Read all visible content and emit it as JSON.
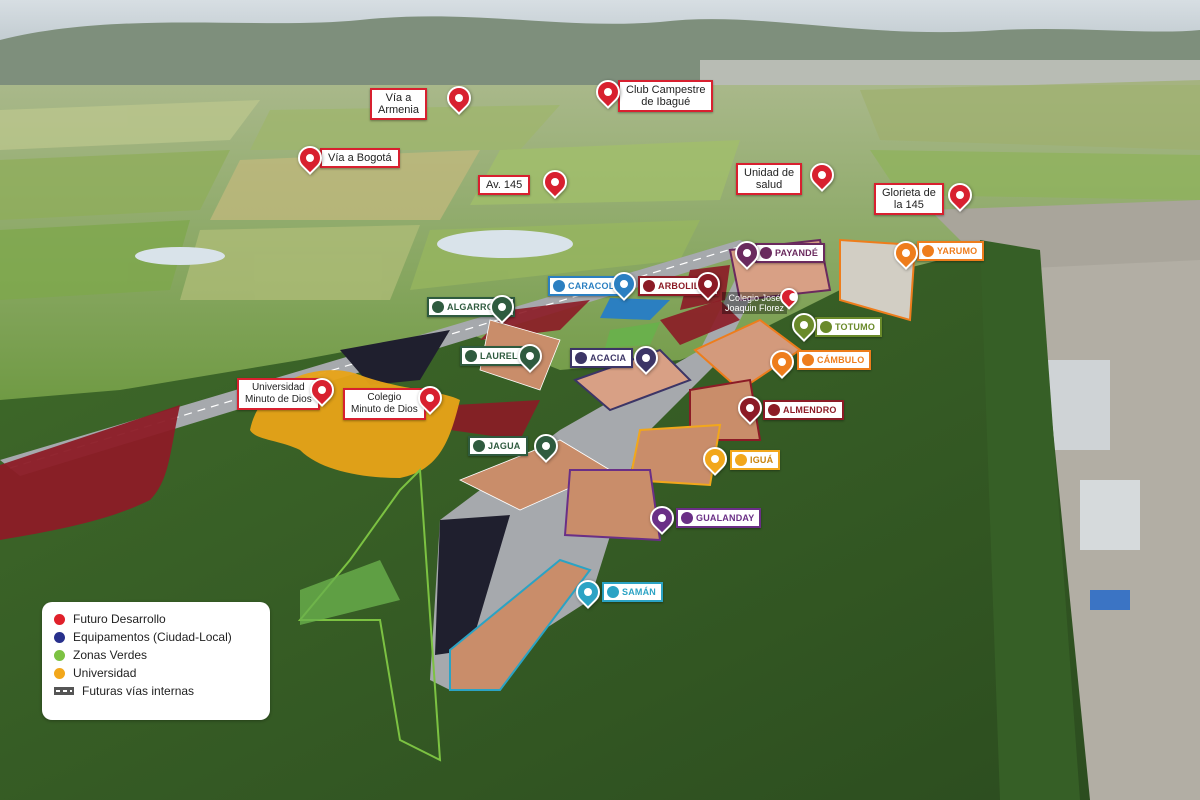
{
  "map": {
    "colors": {
      "futuro": "#8c1b26",
      "equipamentos": "#1f1f2e",
      "verdes": "#6ab04c",
      "universidad": "#e8a317",
      "vias": "#8a8f96",
      "callout_red": "#d8202f"
    },
    "callouts": [
      {
        "id": "via-armenia",
        "text": "Vía a\nArmenia"
      },
      {
        "id": "club-campestre",
        "text": "Club Campestre\nde Ibagué"
      },
      {
        "id": "via-bogota",
        "text": "Vía a Bogotá"
      },
      {
        "id": "av-145",
        "text": "Av. 145"
      },
      {
        "id": "unidad-salud",
        "text": "Unidad de\nsalud"
      },
      {
        "id": "glorieta-145",
        "text": "Glorieta de\nla 145"
      },
      {
        "id": "universidad",
        "text": "Universidad\nMinuto de Dios"
      },
      {
        "id": "colegio-minuto",
        "text": "Colegio\nMinuto de Dios"
      }
    ],
    "colegio_jose": "Colegio José\nJoaquin Florez",
    "tags": [
      {
        "id": "payande",
        "name": "PAYANDÉ",
        "color": "#6a2a5e"
      },
      {
        "id": "yarumo",
        "name": "YARUMO",
        "color": "#ee7d1c"
      },
      {
        "id": "caracoli",
        "name": "CARACOLÍ",
        "color": "#2b7fc1"
      },
      {
        "id": "arbolillo",
        "name": "ARBOLILLO",
        "color": "#8c1b26"
      },
      {
        "id": "algarrobo",
        "name": "ALGARROBO",
        "color": "#2f5b3f"
      },
      {
        "id": "totumo",
        "name": "TOTUMO",
        "color": "#6a8a2a"
      },
      {
        "id": "laurel",
        "name": "LAUREL",
        "color": "#2f5b3f"
      },
      {
        "id": "acacia",
        "name": "ACACIA",
        "color": "#3c3566"
      },
      {
        "id": "cambulo",
        "name": "CÁMBULO",
        "color": "#ee7d1c"
      },
      {
        "id": "almendro",
        "name": "ALMENDRO",
        "color": "#8c1b26"
      },
      {
        "id": "jagua",
        "name": "JAGUA",
        "color": "#2f5b3f"
      },
      {
        "id": "igua",
        "name": "IGUÁ",
        "color": "#f2a71b"
      },
      {
        "id": "gualanday",
        "name": "GUALANDAY",
        "color": "#6a2f86"
      },
      {
        "id": "saman",
        "name": "SAMÁN",
        "color": "#2ba3c4"
      }
    ]
  },
  "legend": {
    "items": [
      {
        "label": "Futuro Desarrollo",
        "color": "#e0202a"
      },
      {
        "label": "Equipamentos (Ciudad-Local)",
        "color": "#28308c"
      },
      {
        "label": "Zonas Verdes",
        "color": "#7cc242"
      },
      {
        "label": "Universidad",
        "color": "#f2a71b"
      }
    ],
    "road_label": "Futuras vías internas"
  }
}
